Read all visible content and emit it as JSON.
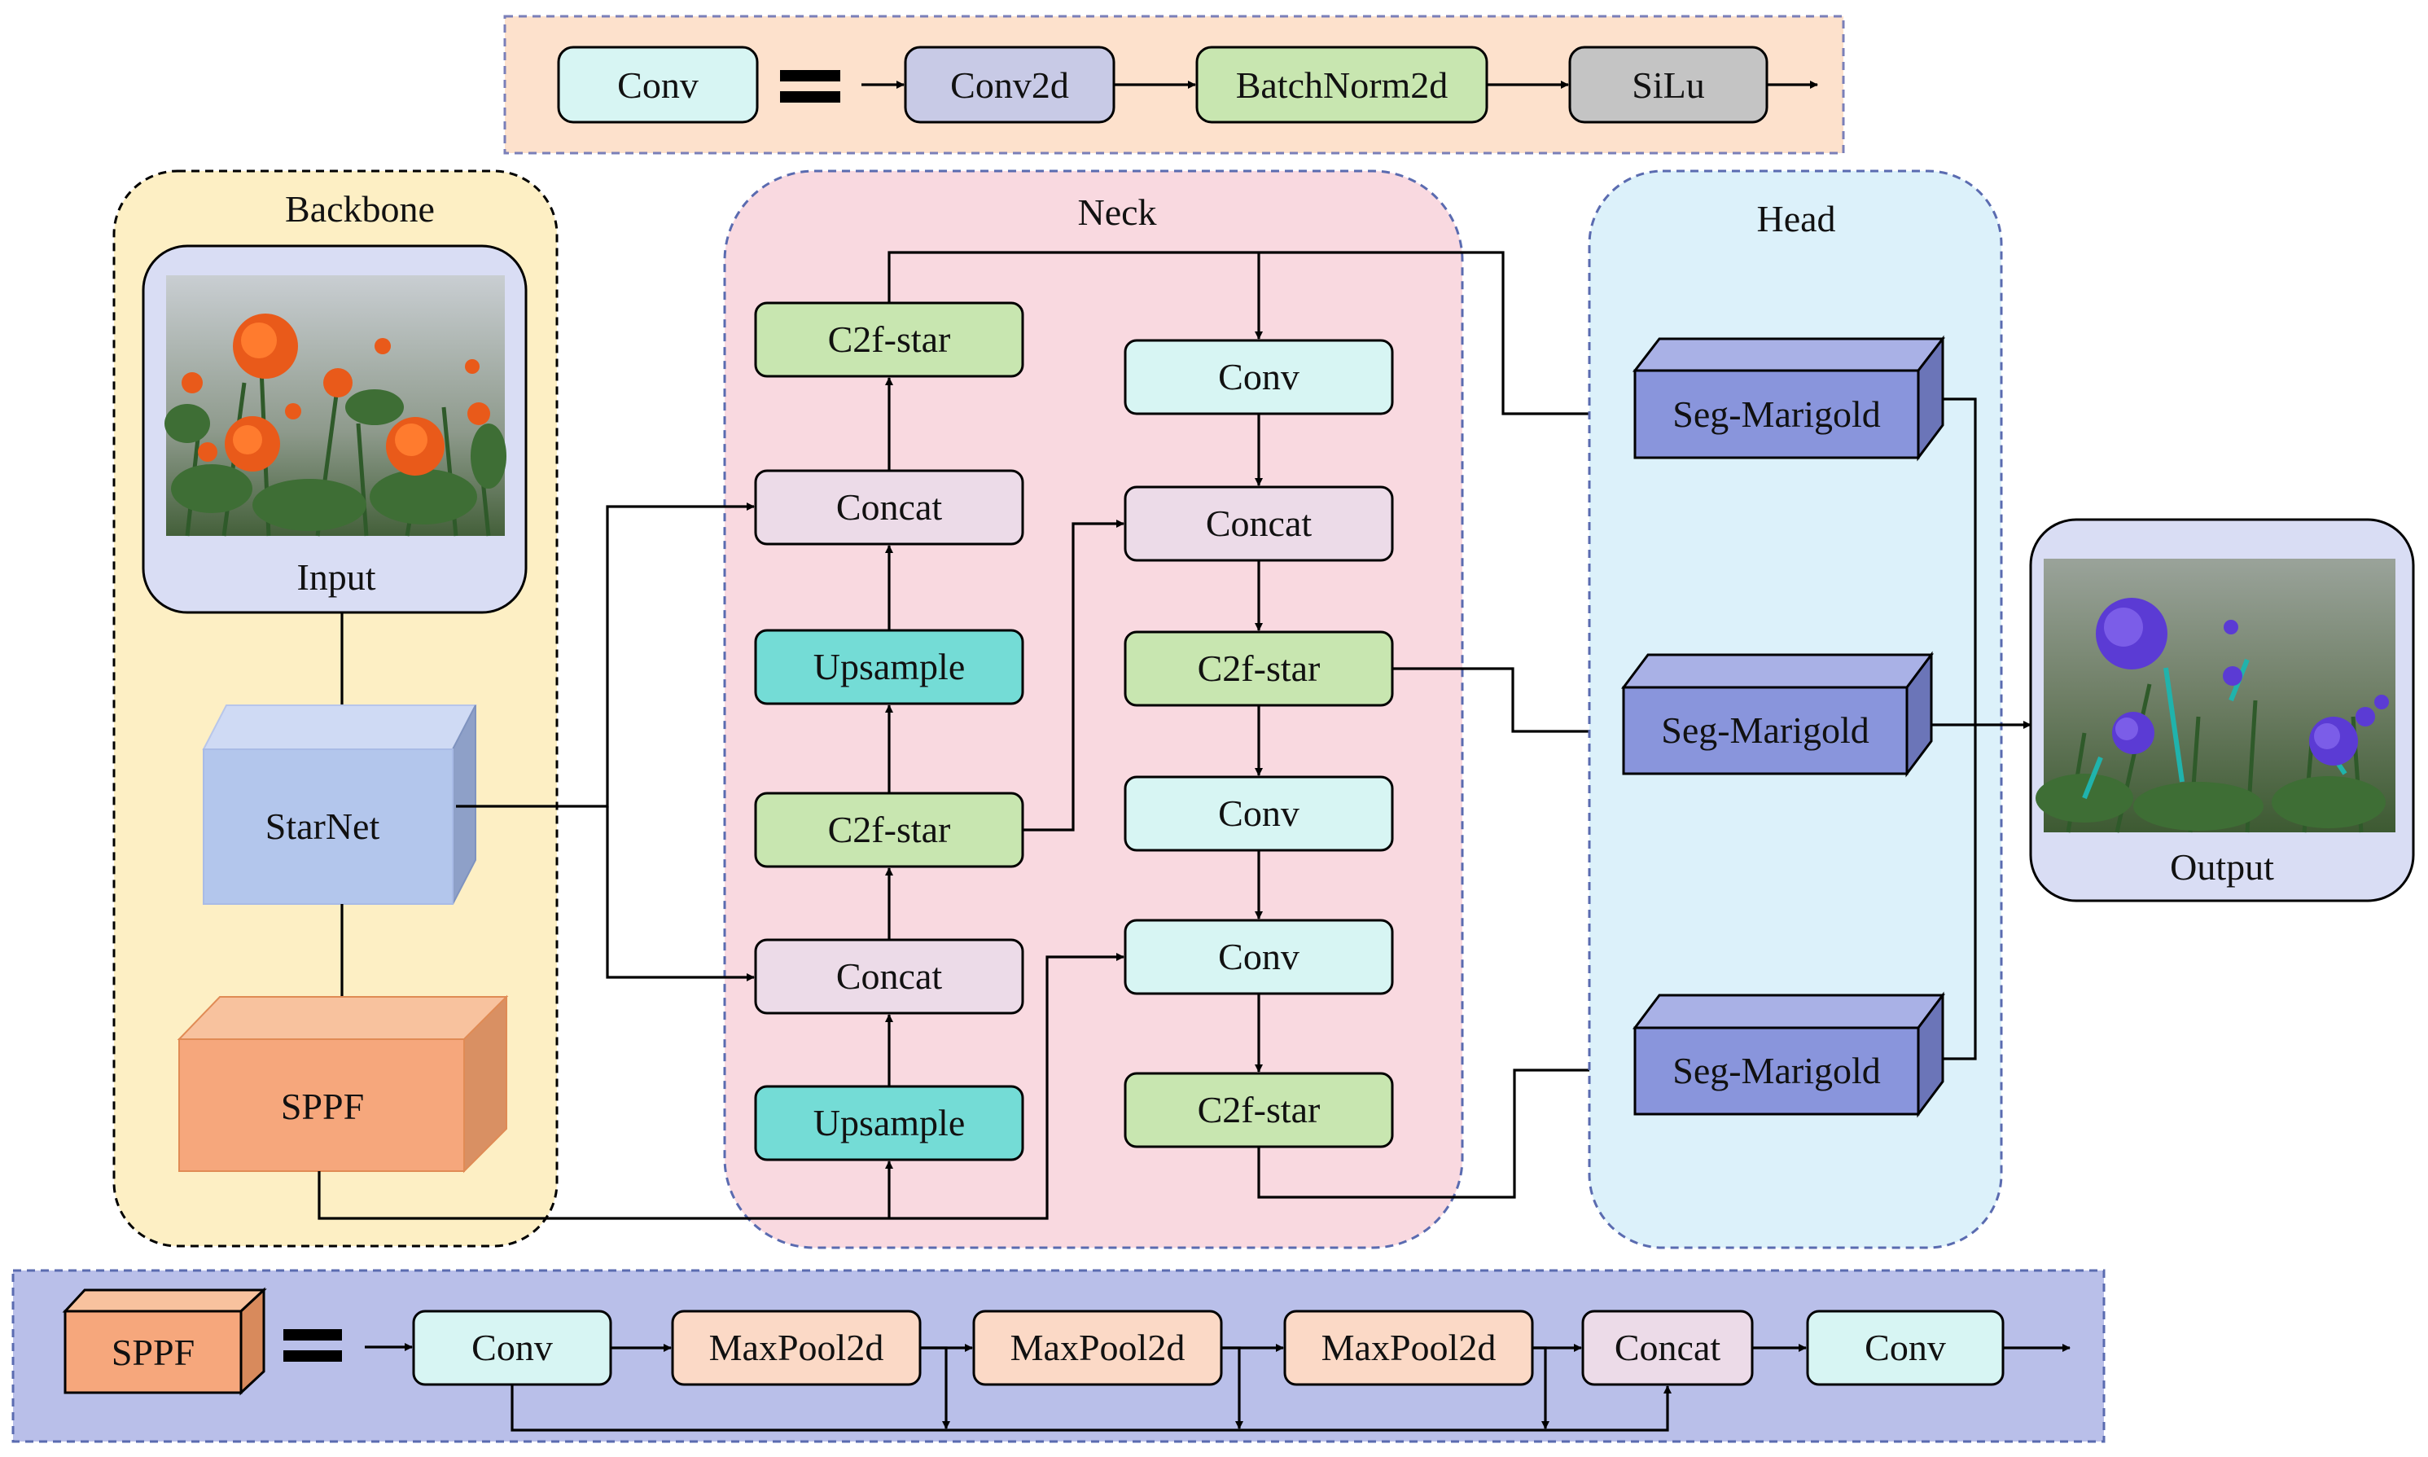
{
  "colors": {
    "conv": "#d7f5f3",
    "conv2d": "#c8cae6",
    "batchnorm": "#c8e6b0",
    "silu": "#c4c4c4",
    "concat": "#ecdbe8",
    "upsample": "#74dcd6",
    "c2f": "#c8e6b0",
    "maxpool": "#fbd9c6",
    "sppf": "#f6a77c",
    "starnet": "#b3c6ec",
    "segmarigold": "#8995dc",
    "legend_top_bg": "#fde1cc",
    "legend_bottom_bg": "#b9bfe9",
    "backbone_bg": "#fdefc4",
    "neck_bg": "#f9d9e0",
    "head_bg": "#dcf1fa",
    "image_panel_bg": "#d9ddf4"
  },
  "legend_top": {
    "conv": "Conv",
    "conv2d": "Conv2d",
    "batchnorm": "BatchNorm2d",
    "silu": "SiLu"
  },
  "backbone": {
    "title": "Backbone",
    "input_label": "Input",
    "starnet": "StarNet",
    "sppf": "SPPF"
  },
  "neck": {
    "title": "Neck",
    "left_column": [
      "C2f-star",
      "Concat",
      "Upsample",
      "C2f-star",
      "Concat",
      "Upsample"
    ],
    "right_column": [
      "Conv",
      "Concat",
      "C2f-star",
      "Conv",
      "Conv",
      "C2f-star"
    ]
  },
  "head": {
    "title": "Head",
    "blocks": [
      "Seg-Marigold",
      "Seg-Marigold",
      "Seg-Marigold"
    ]
  },
  "output": {
    "label": "Output"
  },
  "legend_bottom": {
    "sppf": "SPPF",
    "chain": [
      "Conv",
      "MaxPool2d",
      "MaxPool2d",
      "MaxPool2d",
      "Concat",
      "Conv"
    ]
  },
  "icons": {
    "equals": "equals-icon",
    "arrow": "arrow-right-icon",
    "input_photo": "orange-marigold-photo",
    "output_photo": "segmented-marigold-photo"
  }
}
